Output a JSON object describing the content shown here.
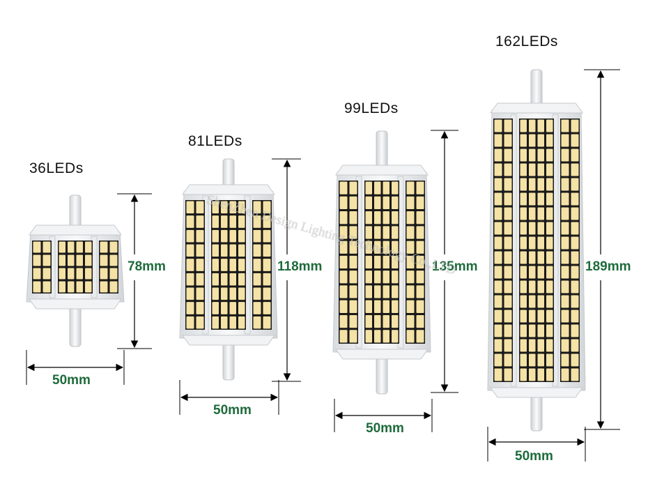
{
  "colors": {
    "dimension_text": "#1e6b3c",
    "led_warm": "#f4e2a6",
    "led_frame": "#1a1a1a",
    "housing": "#eef0f2"
  },
  "watermark": "ShenZhen Design Lighting Technology Co.,LTD",
  "products": [
    {
      "title": "36LEDs",
      "width_label": "50mm",
      "height_label": "78mm"
    },
    {
      "title": "81LEDs",
      "width_label": "50mm",
      "height_label": "118mm"
    },
    {
      "title": "99LEDs",
      "width_label": "50mm",
      "height_label": "135mm"
    },
    {
      "title": "162LEDs",
      "width_label": "50mm",
      "height_label": "189mm"
    }
  ]
}
